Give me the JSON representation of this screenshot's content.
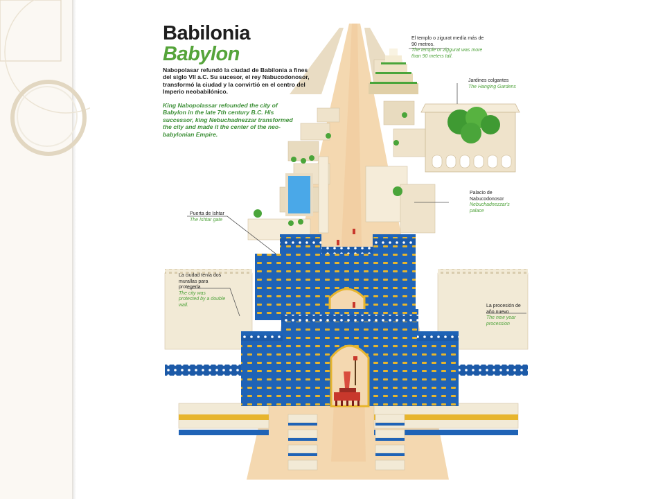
{
  "slide": {
    "background": "#ffffff",
    "side_band_color": "#fbf8f3",
    "accent_ring_color": "#e6ddca"
  },
  "infographic": {
    "title_es": "Babilonia",
    "title_en": "Babylon",
    "description_es": "Nabopolasar refundó la ciudad de Babilonia a fines del siglo VII a.C. Su sucesor, el rey Nabucodonosor, transformó la ciudad y la convirtió en el centro del Imperio neobabilónico.",
    "description_en": "King Nabopolassar refounded the city of Babylon in the late 7th century B.C. His successor, king Nebuchadnezzar transformed the city and made it the center of the neo-babylonian Empire.",
    "callouts": [
      {
        "id": "ziggurat",
        "es": "El templo o zigurat medía más de 90 metros.",
        "en": "The temple or ziggurat was more than 90 meters tall."
      },
      {
        "id": "hanging-gardens",
        "es": "Jardines colgantes",
        "en": "The Hanging Gardens"
      },
      {
        "id": "palace",
        "es": "Palacio de Nabucodonosor",
        "en": "Nebuchadnezzar's palace"
      },
      {
        "id": "ishtar-gate",
        "es": "Puerta de Ishtar",
        "en": "The Ishtar gate"
      },
      {
        "id": "double-wall",
        "es": "La ciudad tenía dos murallas para protegerla",
        "en": "The city was protected by a double wall."
      },
      {
        "id": "new-year-procession",
        "es": "La procesión de año nuevo",
        "en": "The new year procession"
      }
    ],
    "colors": {
      "title_green": "#55a43a",
      "gate_blue": "#1f63b6",
      "gate_gold": "#e7b52d",
      "sand": "#f4d8b0",
      "wall_cream": "#f2ead6",
      "foliage_green": "#3f9a33",
      "pool_blue": "#4aa8e8"
    }
  }
}
